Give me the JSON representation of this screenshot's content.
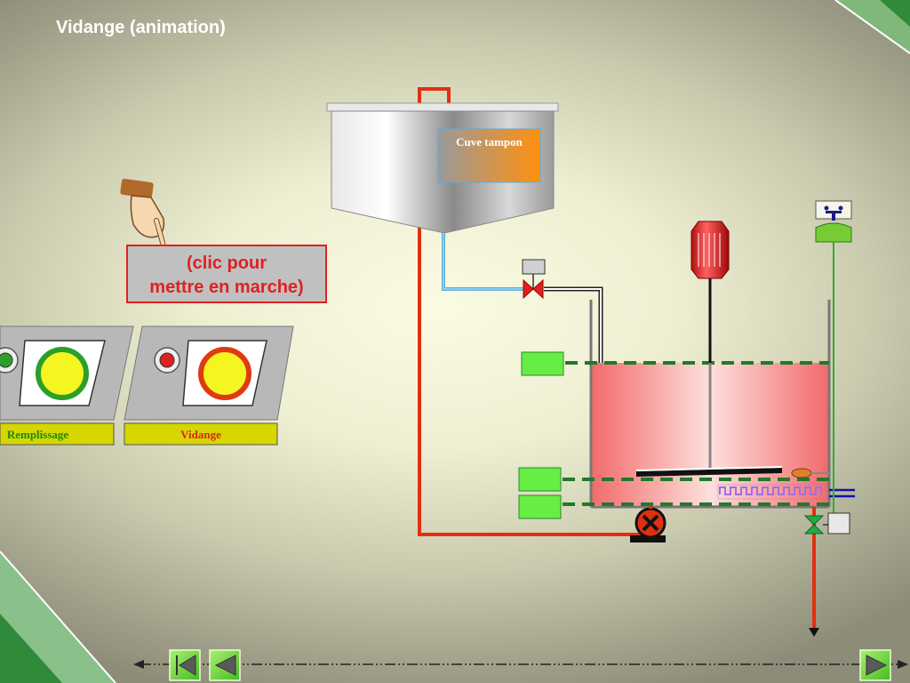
{
  "title": "Vidange (animation)",
  "hint_text": "(clic pour\nmettre en marche)",
  "panels": {
    "remplissage": {
      "label": "Remplissage",
      "label_color": "#1a8a1a",
      "light_color": "#2aa02a"
    },
    "vidange": {
      "label": "Vidange",
      "label_color": "#e02020",
      "light_color": "#e02020"
    }
  },
  "tank": {
    "label": "Cuve tampon"
  },
  "colors": {
    "pipe_red": "#e03010",
    "pipe_blue": "#5aaedc",
    "level_green": "#66ee44",
    "tank_liquid": "#f07070",
    "motor_red": "#e02a2a",
    "nav_green": "#66dd33"
  },
  "icons": {
    "hand": "pointing-hand-icon",
    "nav_first": "nav-first-icon",
    "nav_prev": "nav-prev-icon",
    "nav_next": "nav-next-icon"
  }
}
